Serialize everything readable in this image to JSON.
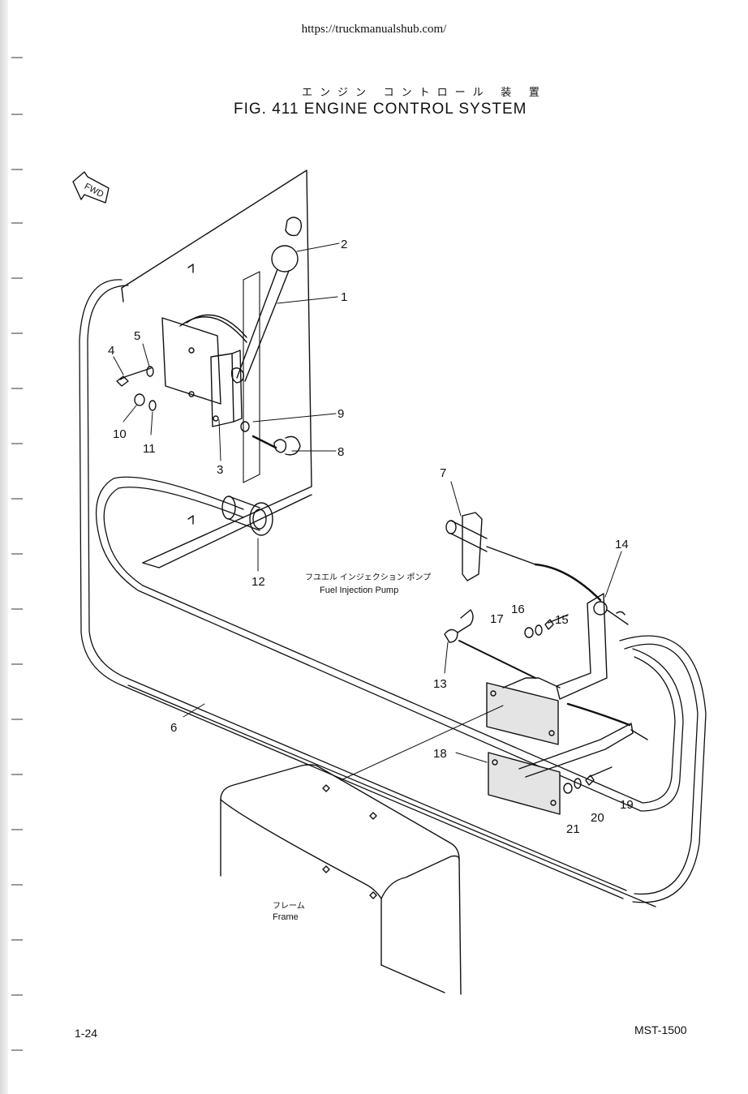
{
  "header": {
    "url": "https://truckmanualshub.com/",
    "title_jp": "エンジン コントロール 装 置",
    "title": "FIG. 411 ENGINE CONTROL SYSTEM"
  },
  "diagram": {
    "fwd_label": "FWD",
    "callouts": {
      "p1": "1",
      "p2": "2",
      "p3": "3",
      "p4": "4",
      "p5": "5",
      "p6": "6",
      "p7": "7",
      "p8": "8",
      "p9": "9",
      "p10": "10",
      "p11": "11",
      "p12": "12",
      "p13": "13",
      "p14": "14",
      "p15": "15",
      "p16": "16",
      "p17": "17",
      "p18": "18",
      "p19": "19",
      "p20": "20",
      "p21": "21"
    },
    "fuel_pump_jp": "フユエル インジェクション ポンプ",
    "fuel_pump": "Fuel Injection Pump",
    "frame_jp": "フレーム",
    "frame": "Frame"
  },
  "footer": {
    "page_number": "1-24",
    "doc_code": "MST-1500"
  }
}
